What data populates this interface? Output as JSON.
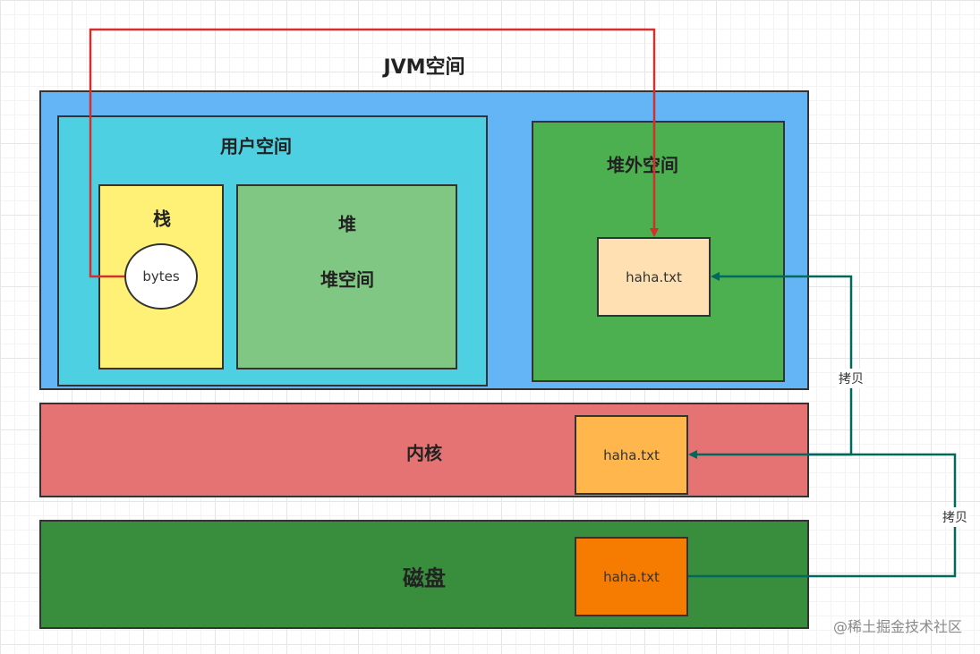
{
  "diagram": {
    "title": "JVM空间",
    "user_space": {
      "title": "用户空间",
      "stack": {
        "title": "栈",
        "node": "bytes"
      },
      "heap": {
        "title": "堆",
        "subtitle": "堆空间"
      }
    },
    "off_heap": {
      "title": "堆外空间",
      "file": "haha.txt"
    },
    "kernel": {
      "title": "内核",
      "file": "haha.txt"
    },
    "disk": {
      "title": "磁盘",
      "file": "haha.txt"
    },
    "edges": {
      "upper_copy_label": "拷贝",
      "lower_copy_label": "拷贝"
    },
    "colors": {
      "reference_arrow": "#d32f2f",
      "copy_arrow": "#00695c"
    }
  },
  "watermark": "@稀土掘金技术社区"
}
